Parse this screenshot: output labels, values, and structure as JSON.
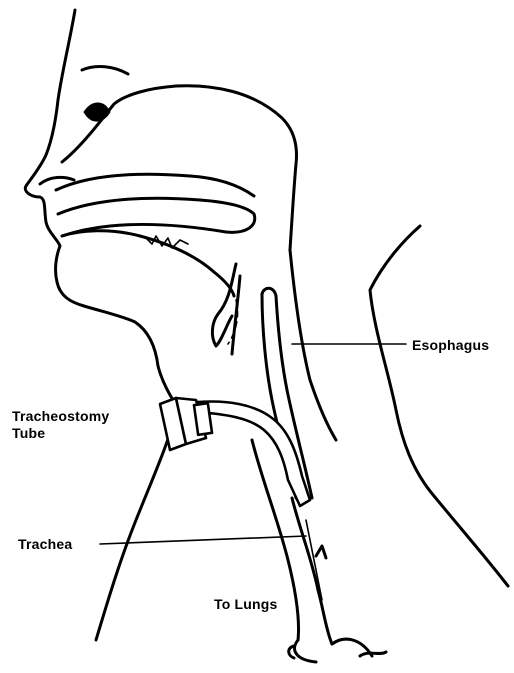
{
  "labels": {
    "esophagus": "Esophagus",
    "tracheostomy_line1": "Tracheostomy",
    "tracheostomy_line2": "Tube",
    "trachea": "Trachea",
    "to_lungs": "To Lungs"
  },
  "colors": {
    "ink": "#000000",
    "background": "#ffffff"
  }
}
